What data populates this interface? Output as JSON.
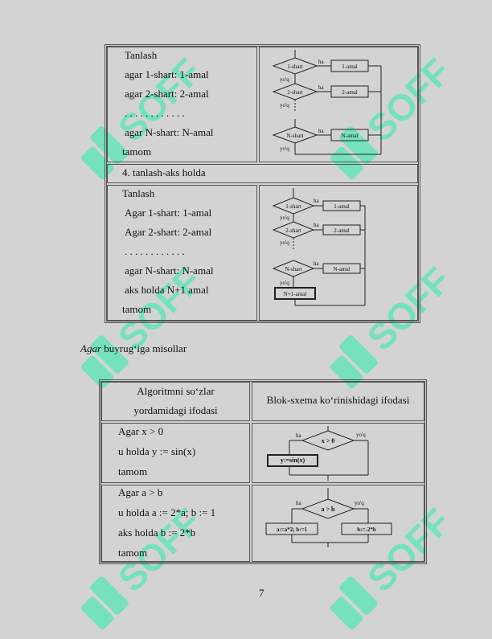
{
  "table1": {
    "row1_lines": [
      "Tanlash",
      "agar 1-shart: 1-amal",
      "agar 2-shart: 2-amal",
      ". . . . . . . . . . . .",
      "agar N-shart: N-amal",
      "tamom"
    ],
    "row2_title": "4. tanlash-aks holda",
    "row3_lines": [
      "Tanlash",
      "Agar 1-shart: 1-amal",
      "Agar 2-shart: 2-amal",
      ". . . . . . . . . . . .",
      "agar N-shart: N-amal",
      "aks holda N+1 amal",
      "tamom"
    ],
    "fc1": {
      "cond1": "1-shart",
      "act1": "1-amal",
      "cond2": "2-shart",
      "act2": "2-amal",
      "condN": "N-shart",
      "actN": "N-amal",
      "yes": "ha",
      "no": "yo'q"
    },
    "fc2": {
      "cond1": "1-shart",
      "act1": "1-amal",
      "cond2": "2-shart",
      "act2": "2-amal",
      "condN": "N-shart",
      "actN": "N-amal",
      "else": "N+1-amal",
      "yes": "ha",
      "no": "yo'q"
    }
  },
  "caption": {
    "italic": "Agar",
    "rest": " buyrug‘iga misollar"
  },
  "table2": {
    "header_col1": [
      "Algoritmni so‘zlar",
      "yordamidagi ifodasi"
    ],
    "header_col2": "Blok-sxema ko‘rinishidagi ifodasi",
    "row1_lines": [
      "Agar x > 0",
      "u holda y := sin(x)",
      "tamom"
    ],
    "row2_lines": [
      "Agar a > b",
      "u holda a := 2*a; b := 1",
      "aks holda b := 2*b",
      "tamom"
    ],
    "fc3": {
      "cond": "x > 0",
      "act": "y:=sin(x)",
      "yes": "ha",
      "no": "yo'q"
    },
    "fc4": {
      "cond": "a > b",
      "act_yes": "a:=a*2; b:=1",
      "act_no": "b:=-2*b",
      "yes": "ha",
      "no": "yo'q"
    }
  },
  "page_number": "7",
  "watermark": {
    "text": "SOFF",
    "color": "#5ee6b8"
  }
}
